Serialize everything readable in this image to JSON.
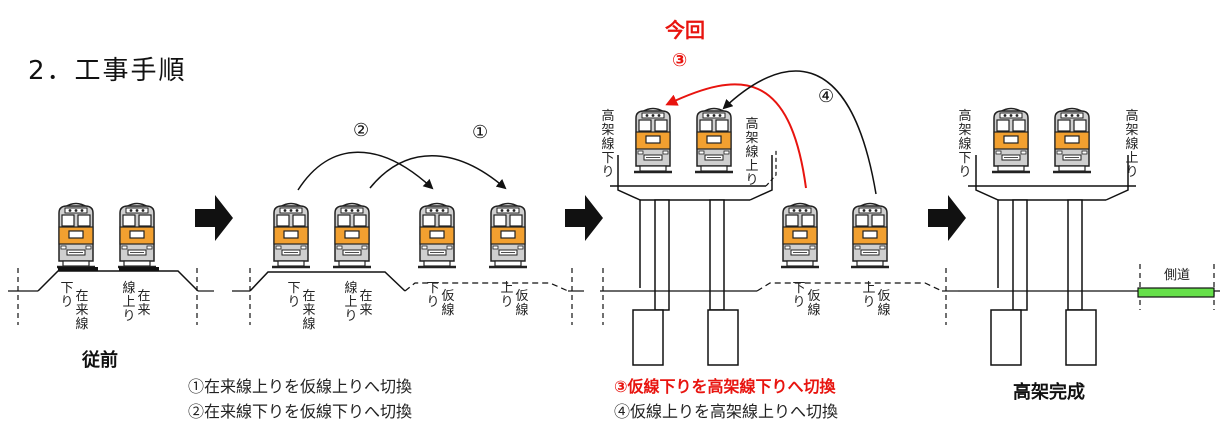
{
  "title": "2．工事手順",
  "current_marker": "今回",
  "stages": [
    {
      "caption": "従前"
    },
    {
      "caption": ""
    },
    {
      "caption": ""
    },
    {
      "caption": "高架完成"
    }
  ],
  "track_labels": {
    "existing_down": "在来線下り",
    "existing_up": "在来線上り",
    "temp_down": "仮線下り",
    "temp_up": "仮線上り",
    "elev_down": "高架線下り",
    "elev_up": "高架線上り",
    "side_road": "側道"
  },
  "step_marks": {
    "s1": "①",
    "s2": "②",
    "s3": "③",
    "s4": "④"
  },
  "steps": {
    "step1": "①在来線上りを仮線上りへ切換",
    "step2": "②在来線下りを仮線下りへ切換",
    "step3": "③仮線下りを高架線下りへ切換",
    "step4": "④仮線上りを高架線上りへ切換"
  },
  "colors": {
    "train_band": "#f2a030",
    "train_band_active": "#ff9a1f",
    "train_body": "#c9c9c9",
    "highlight": "#e8140f",
    "side_road": "#66e04a"
  }
}
